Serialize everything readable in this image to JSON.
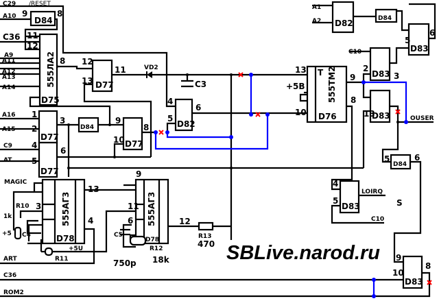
{
  "signals": {
    "c29": "C29",
    "reset": "/RESET",
    "a10": "A10",
    "c36_top": "C36",
    "a9": "A9",
    "a11": "A11",
    "a12": "A12",
    "a13": "A13",
    "a14": "A14",
    "a16": "A16",
    "a15": "A15",
    "c9": "C9",
    "at": "AT",
    "magic": "MAGIC",
    "art": "ART",
    "a1": "A1",
    "a2": "A2",
    "c10_top": "C10",
    "ouser": "OUSER",
    "loirq": "LOIRQ",
    "c10_bot": "C10",
    "c36": "C36",
    "rom2": "ROM2",
    "plus5v": "+5B",
    "plus5": "+5",
    "plus5u": "+5U"
  },
  "chips": {
    "d84a": "D84",
    "d75": "D75",
    "d75_type": "555ЛА2",
    "d77a": "D77",
    "d77b": "D77",
    "d77c": "D77",
    "d77d": "D77",
    "d84b": "D84",
    "d82a": "D82",
    "d76": "D76",
    "d76_type": "555ТМ2",
    "d76_t": "T",
    "d82b": "D82",
    "d84c": "D84",
    "d83a": "D83",
    "d83b": "D83",
    "d83c": "D83",
    "d84d": "D84",
    "d83d": "D83",
    "d83e": "D83",
    "d78a": "D78",
    "d78b": "D78",
    "d78_type": "555АГ3"
  },
  "components": {
    "vd2": "VD2",
    "c3": "C3",
    "r10": "R10",
    "r10_val": "1k",
    "c4": "C4",
    "c5": "C5",
    "c5_val": "750p",
    "r11": "R11",
    "r12": "R12",
    "r12_val": "18k",
    "r13": "R13",
    "r13_val": "470"
  },
  "watermark": "SBLive.narod.ru",
  "colors": {
    "wire": "#000000",
    "added_wire": "#0000ff",
    "removed_mark": "#ff0000"
  }
}
